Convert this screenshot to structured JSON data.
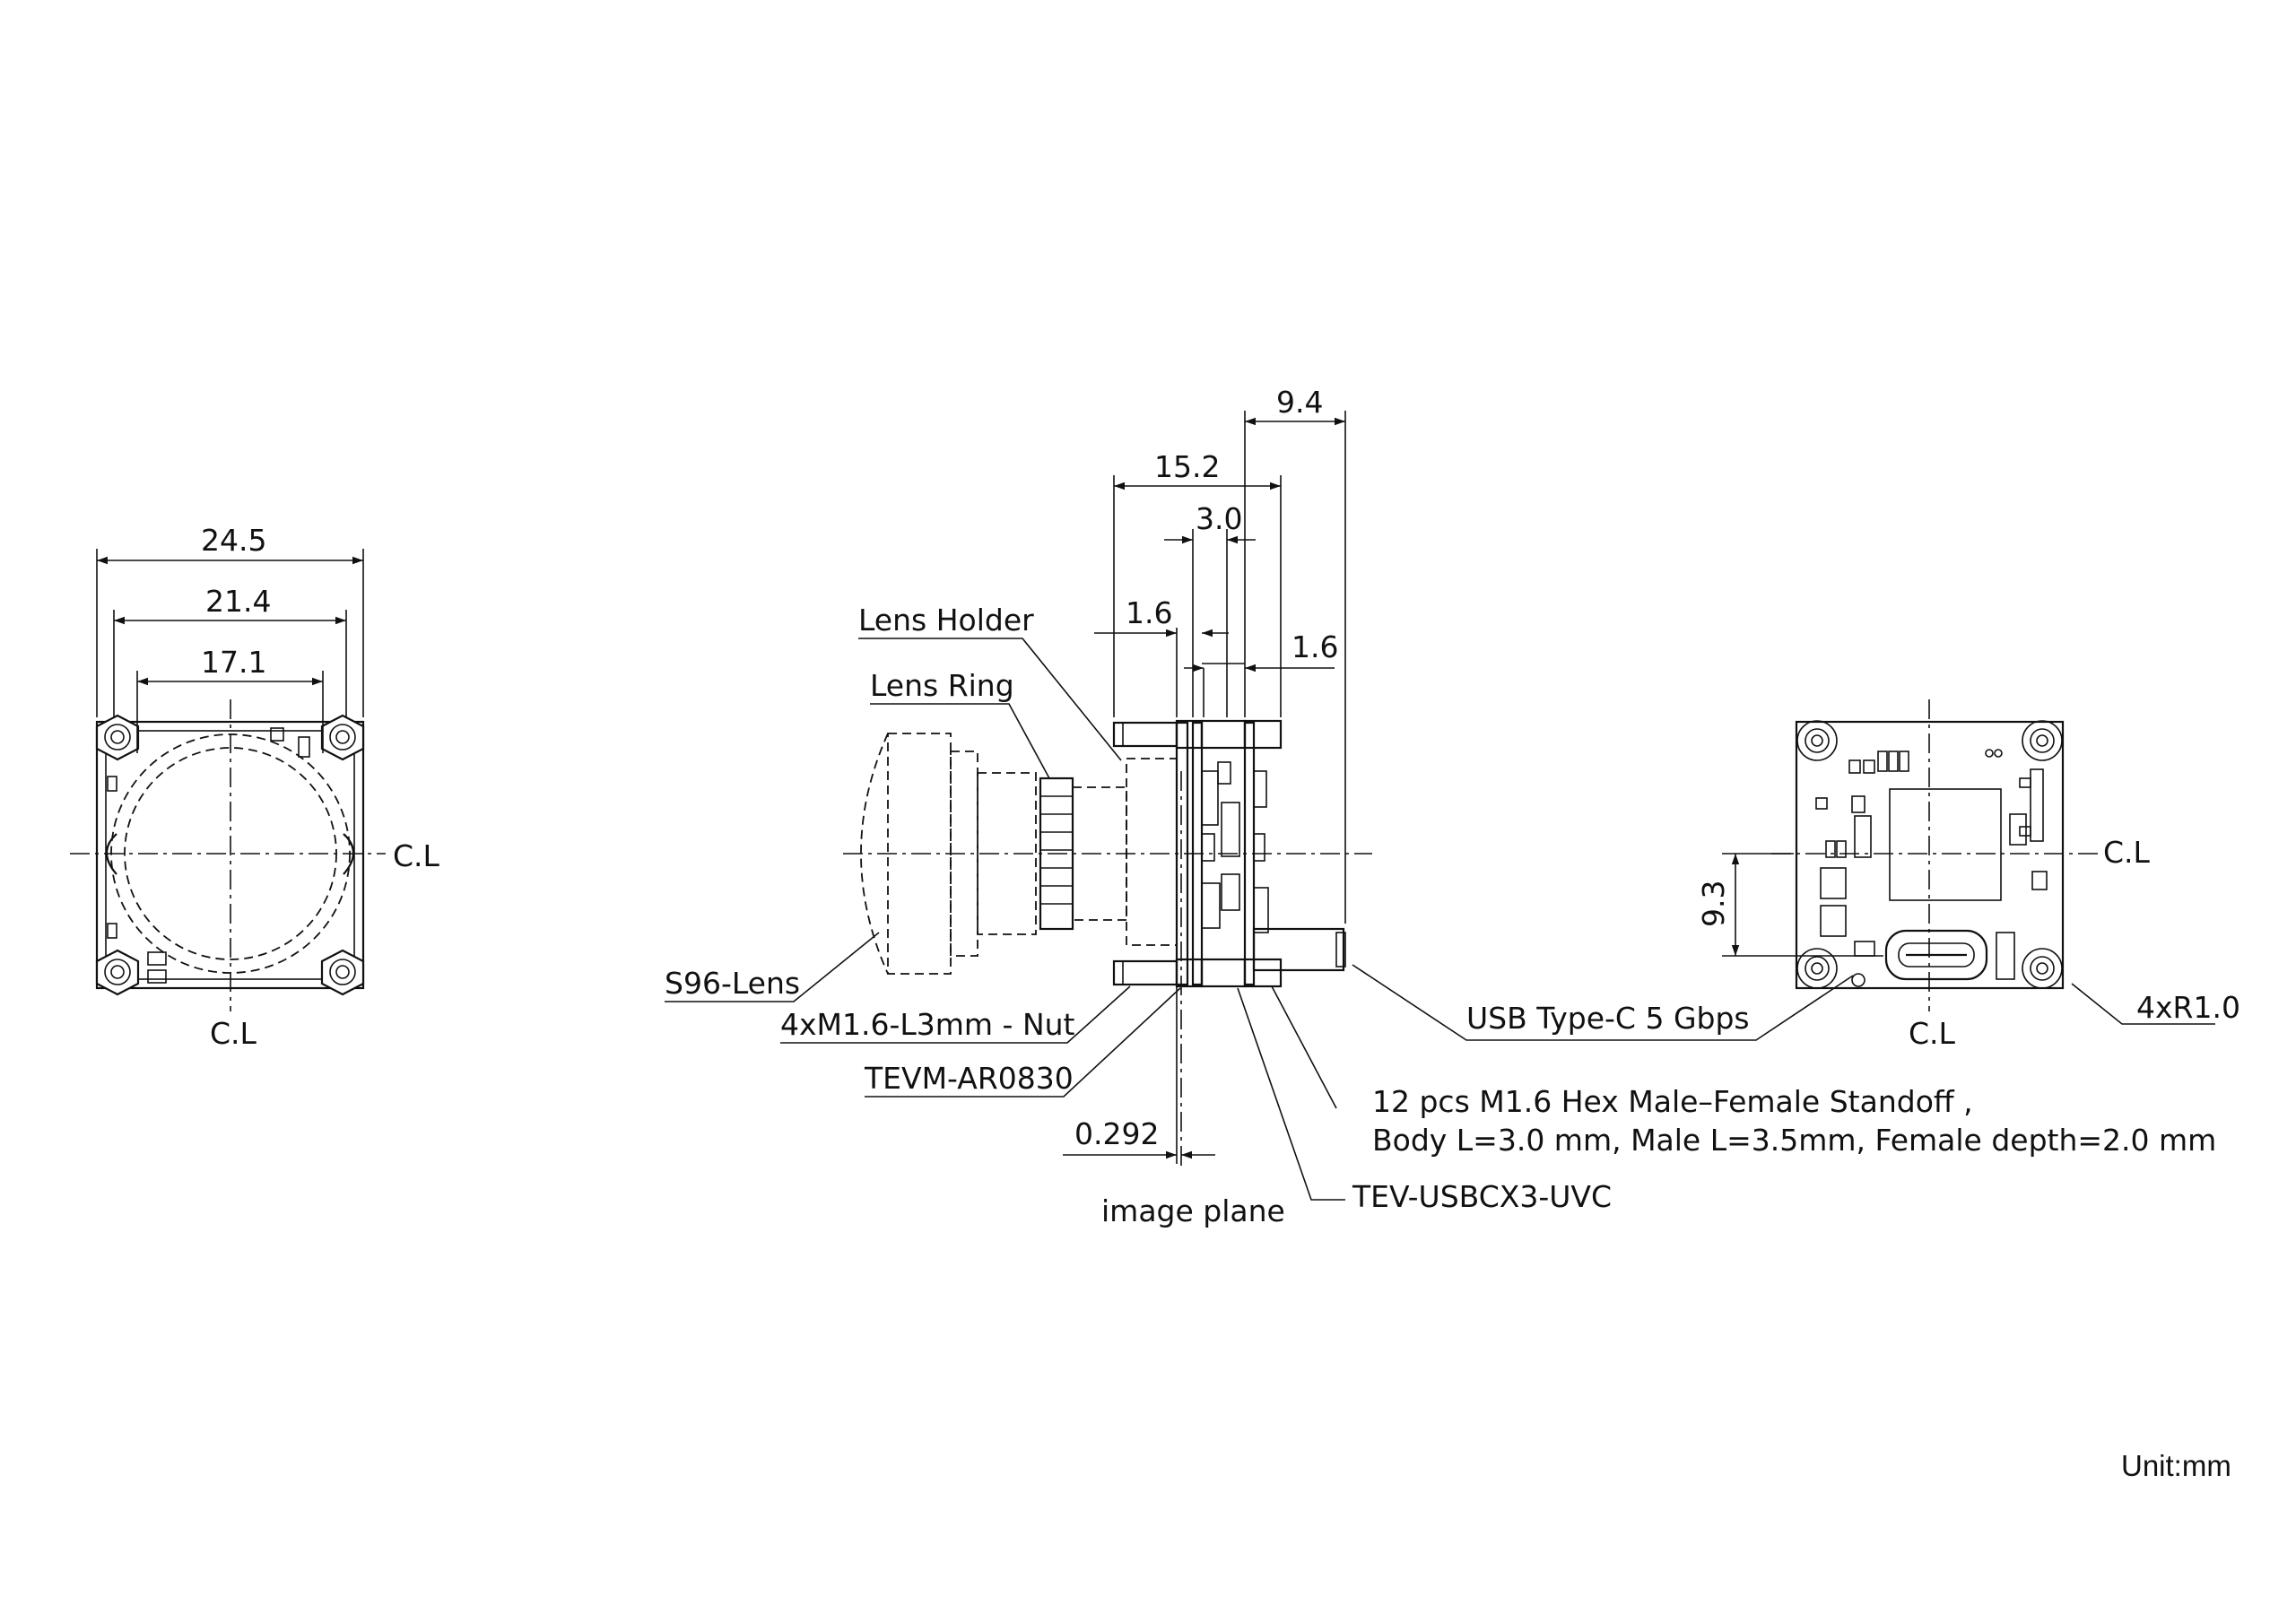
{
  "front_view": {
    "dims": [
      "24.5",
      "21.4",
      "17.1"
    ],
    "cl_horizontal": "C.L",
    "cl_vertical": "C.L"
  },
  "side_view": {
    "dims": [
      "9.4",
      "15.2",
      "3.0",
      "1.6",
      "1.6",
      "0.292"
    ],
    "callouts": {
      "lens_holder": "Lens Holder",
      "lens_ring": "Lens Ring",
      "s96_lens": "S96-Lens",
      "nut": "4xM1.6-L3mm - Nut",
      "tevm": "TEVM-AR0830",
      "image_plane": "image plane",
      "standoff_line1": "12 pcs M1.6 Hex Male–Female Standoff ,",
      "standoff_line2": "Body L=3.0 mm, Male L=3.5mm, Female depth=2.0 mm",
      "tev_usb": "TEV-USBCX3-UVC",
      "usb": "USB  Type-C  5 Gbps"
    }
  },
  "rear_view": {
    "dim_vertical": "9.3",
    "cl_horizontal": "C.L",
    "cl_vertical": "C.L",
    "radius": "4xR1.0"
  },
  "unit": "Unit:mm"
}
